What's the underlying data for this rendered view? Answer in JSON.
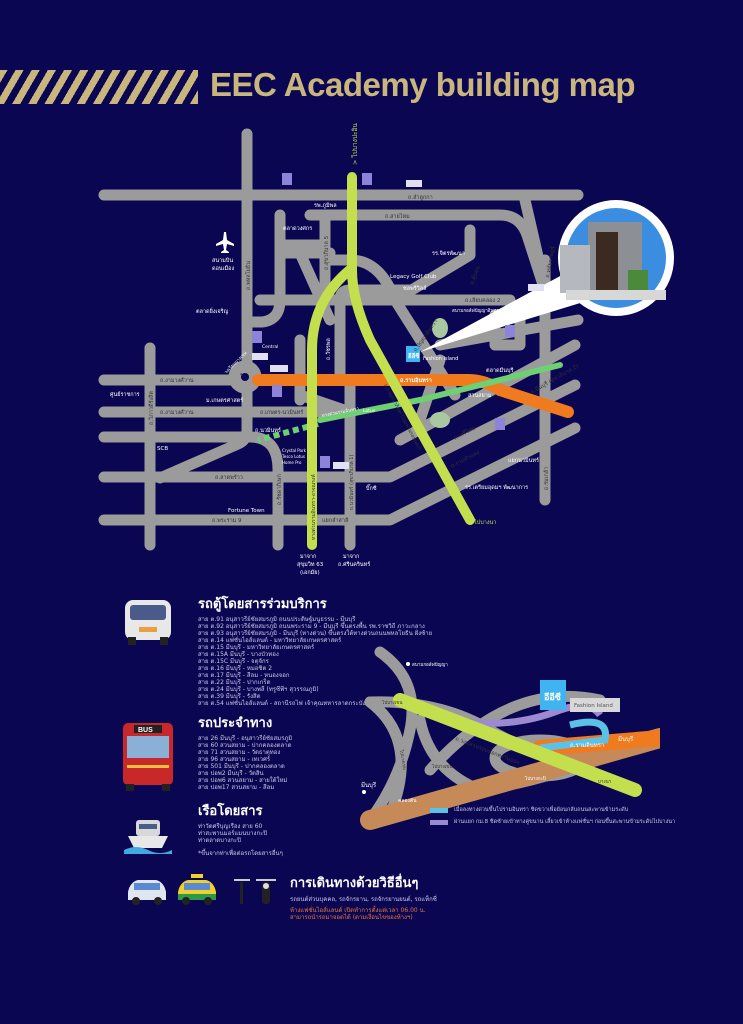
{
  "header": {
    "title": "EEC Academy building map"
  },
  "colors": {
    "background": "#0b0652",
    "gold": "#c9b67c",
    "road": "#9b9b9b",
    "ramintra": "#f07a1e",
    "expressway": "#c3df4d",
    "ring_green": "#6fcf73"
  },
  "map": {
    "labels": {
      "to_bangpa_in": "> ไปบางปะอิน",
      "bhumibol_hospital": "รพ.ภูมิพล",
      "lamlukka_rd": "ถ.ลำลูกกา",
      "saimai_rd": "ถ.สายไหม",
      "wongsakorn_market": "ตลาดวงศกร",
      "donmueang_airport_1": "สนามบิน",
      "donmueang_airport_2": "ดอนเมือง",
      "phaholyothin_rd": "ถ.พหลโยธิน",
      "sukhaphiban5_rd": "ถ.สุขาภิบาล 5",
      "jitpattana_school": "รร.จิตรพัฒนา",
      "legacy_golf": "Legacy Golf Club",
      "chalerm_ville": "ชลพรีวิลล์",
      "liabkhlong2_rd": "ถ.เลียบคลอง 2",
      "yingcharoen_market": "ตลาดยิ่งเจริญ",
      "watcharaphon_rd": "ถ.วัชรพล",
      "khubon_rd": "ถ.คู้บอน",
      "hathairat_rd": "ถ.หทัยราษฎร์",
      "panya_indra_rd": "ถ.ปัญญาอินทรา",
      "panya_golf": "สนามกอล์ฟปัญญาอินทรา",
      "fashion_island": "Fashion Island",
      "eec_building": "อีอีซี",
      "ramintra_rd": "ถ.รามอินทรา",
      "siam_park": "สวนสยาม",
      "minburi_market": "ตลาดมีนบุรี",
      "minburi_rd": "ถ.มีนบุรี (สุขาภิบาล 2)",
      "ngamwongwan_rd": "ถ.งามวงศ์วาน",
      "government_center": "ศูนย์ราชการ",
      "laksi_roundabout": "วงเวียนบางเขน",
      "kaset_nawamin_rd": "ถ.เกษตร-นวมินทร์",
      "kasetsart_univ": "ม.เกษตรศาสตร์",
      "navamin_rd": "ถ.นวมินทร์",
      "vibhavadi_rd": "ถ.วิภาวดีรังสิต",
      "scb": "SCB",
      "ladprao_rd": "ถ.ลาดพร้าว",
      "rama9_rd": "ถ.พระราม 9",
      "fortune_town": "Fortune Town",
      "ratchada_rd": "ถ.รัชดาภิเษก",
      "expressway": "ทางด่วนรามอินทรา-อาจณรงค์",
      "navamin_su1": "ถ.นวมินทร์ (สุขาภิบาล 1)",
      "lamsali": "แยกลำสาลี",
      "from_sukhumvit_1": "มาจาก",
      "from_sukhumvit_2": "สุขุมวิท 63",
      "from_sukhumvit_3": "(เอกมัย)",
      "from_srinakarin_1": "มาจาก",
      "from_srinakarin_2": "ถ.ศรีนครินทร์",
      "to_bangna": "ไปบางนา",
      "kanchana_rd": "ถ.กาญจนาภิเษก (วงแหวนรอบนอก)",
      "ramintra_ex": "ทางด่วนรามอินทรา",
      "serithai_rd": "ถ.เสรีไทย",
      "ramkhamhaeng_rd": "ถ.รามคำแหง",
      "nawamin_junction": "แยกนวมินทร์",
      "triam_udom": "รร.เตรียมอุดมฯ พัฒนาการ",
      "romklao_rd": "ถ.ร่มเกล้า",
      "bigc": "บิ๊กซี",
      "crystal_park": "Crystal Park",
      "tesco": "Tesco Lotus",
      "homepro": "Home Pro",
      "lotus": "Lotus",
      "central": "Central"
    }
  },
  "transport": {
    "van": {
      "title": "รถตู้โดยสารร่วมบริการ",
      "routes": [
        "สาย ต.91 อนุสาวรีย์ชัยสมรภูมิ ถนนประดิษฐ์มนูธรรม - มีนบุรี",
        "สาย ต.92 อนุสาวรีย์ชัยสมรภูมิ ถนนพระราม 9 - มีนบุรี ขึ้นตรงพื้น รพ.ราชวิถี ภาวะกลาง",
        "สาย ต.93 อนุสาวรีย์ชัยสมรภูมิ - มีนบุรี (ทางด่วน) ขึ้นตรงใต้ทางด่วนถนนพหลโยธิน ฝั่งซ้าย",
        "สาย ต.14 แฟชั่นไอส์แลนด์ - มหาวิทยาลัยเกษตรศาสตร์",
        "สาย ต.15 มีนบุรี - มหาวิทยาลัยเกษตรศาสตร์",
        "สาย ต.15A มีนบุรี - บางบัวทอง",
        "สาย ต.15C มีนบุรี - จตุจักร",
        "สาย ต.16 มีนบุรี - หมอชิต 2",
        "สาย ต.17 มีนบุรี - สีลม - หนองจอก",
        "สาย ต.22 มีนบุรี - ปากเกร็ด",
        "สาย ต.24 มีนบุรี - บางพลี (ทรูซีพีฯ สุวรรณภูมิ)",
        "สาย ต.39 มีนบุรี - รังสิต",
        "สาย ต.54 แฟชั่นไอส์แลนด์ - สถานีรถไฟ เจ้าคุณทหารลาดกระบัง"
      ]
    },
    "bus": {
      "title": "รถประจำทาง",
      "routes": [
        "สาย 26 มีนบุรี - อนุสาวรีย์ชัยสมรภูมิ",
        "สาย 60 สวนสยาม - ปากคลองตลาด",
        "สาย 71 สวนสยาม - วัดธาตุทอง",
        "สาย 96 สวนสยาม - เทเวศร์",
        "สาย 501 มีนบุรี - ปากคลองตลาด",
        "สาย ปอพ2 มีนบุรี - วัดสิน",
        "สาย ปอพ6 สวนสยาม - สายใต้ใหม่",
        "สาย ปอพ17 สวนสยาม - สีลม"
      ],
      "bus_sign": "BUS"
    },
    "boat": {
      "title": "เรือโดยสาร",
      "routes": [
        "ท่าวัดศรีบุญเรือง สาย 60",
        "ท่าสะพานมอร์แมนบางกะปิ",
        "ท่าตลาดบางกะปิ"
      ],
      "note": "*ขึ้นจากท่าเพื่อต่อรถโดยสารอื่นๆ"
    },
    "other": {
      "title": "การเดินทางด้วยวิธีอื่นๆ",
      "modes": "รถยนต์ส่วนบุคคล, รถจักรยาน, รถจักรยานยนต์, รถแท็กซี่",
      "note_1": "ห้างแฟชั่นไอส์แลนด์ เปิดทำการตั้งแต่เวลา 06.00 น.",
      "note_2": "สามารถนำรถมาจอดได้ (ตามเงื่อนไขของห้างฯ)"
    }
  },
  "diagram": {
    "labels": {
      "to_bangkhen": "ไปบางเขน",
      "panya_golf": "สนามกอล์ฟปัญญา",
      "to_bangkapi": "ไปบางกะปิ",
      "fashion_island": "Fashion Island",
      "eec": "อีอีซี",
      "kanchana": "ถ.วงแหวนรอบนอกตะวันออก",
      "ramintra": "ถ.รามอินทรา",
      "minburi": "มีนบุรี",
      "to_bangkhen_2": "ไปบางเขน",
      "bangna": "บางนา",
      "khlong_toei": "คลองตัน",
      "to_minburi": "มีนบุรี",
      "lat_phrao": "ไปบางเขน"
    },
    "legend": [
      {
        "color": "#5bc2e7",
        "text": "เมื่อลงทางด่วนขึ้นไปรามอินทรา ชิดขวาเพื่อย้อนกลับถนนสะพานข้ามระดับ"
      },
      {
        "color": "#9b8ad1",
        "text": "ผ่านแยก กม.8 ชิดซ้ายเข้าทางคู่ขนาน เลี้ยวเข้าห้างแฟชั่นฯ ก่อนขึ้นสะพานข้ามระดับไปบางนา"
      }
    ]
  }
}
